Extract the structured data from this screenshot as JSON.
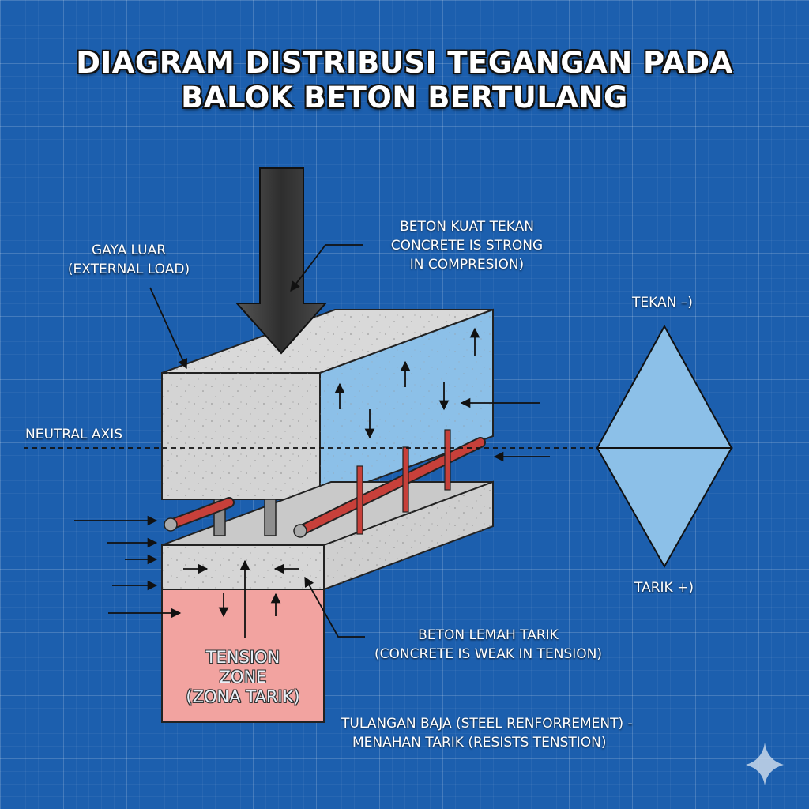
{
  "title": {
    "line1": "DIAGRAM DISTRIBUSI TEGANGAN PADA",
    "line2": "BALOK BETON BERTULANG"
  },
  "labels": {
    "external_load": {
      "line1": "GAYA LUAR",
      "line2": "(EXTERNAL LOAD)"
    },
    "compression_note": {
      "line1": "BETON KUAT TEKAN",
      "line2": "CONCRETE IS STRONG",
      "line3": "IN COMPRESION)"
    },
    "neutral_axis": "NEUTRAL AXIS",
    "tension_note": {
      "line1": "BETON LEMAH TARIK",
      "line2": "(CONCRETE IS WEAK IN TENSION)"
    },
    "tension_zone": {
      "line1": "TENSION",
      "line2": "ZONE",
      "line3": "(ZONA TARIK)"
    },
    "steel_note": {
      "line1": "TULANGAN BAJA (STEEL RENFORREMENT) -",
      "line2": "MENAHAN TARIK (RESISTS TENSTION)"
    },
    "compression_label": "TEKAN –)",
    "tension_label": "TARIK +)"
  },
  "colors": {
    "background": "#1c5fae",
    "compression_zone": "#8cc0e8",
    "tension_zone": "#f2a3a0",
    "concrete": "#d6d6d6",
    "rebar": "#c7403a",
    "load_arrow": "#3a3a3a",
    "stress_diagram": "#8cc0e8"
  },
  "icons": {
    "corner": "sparkle-icon"
  }
}
